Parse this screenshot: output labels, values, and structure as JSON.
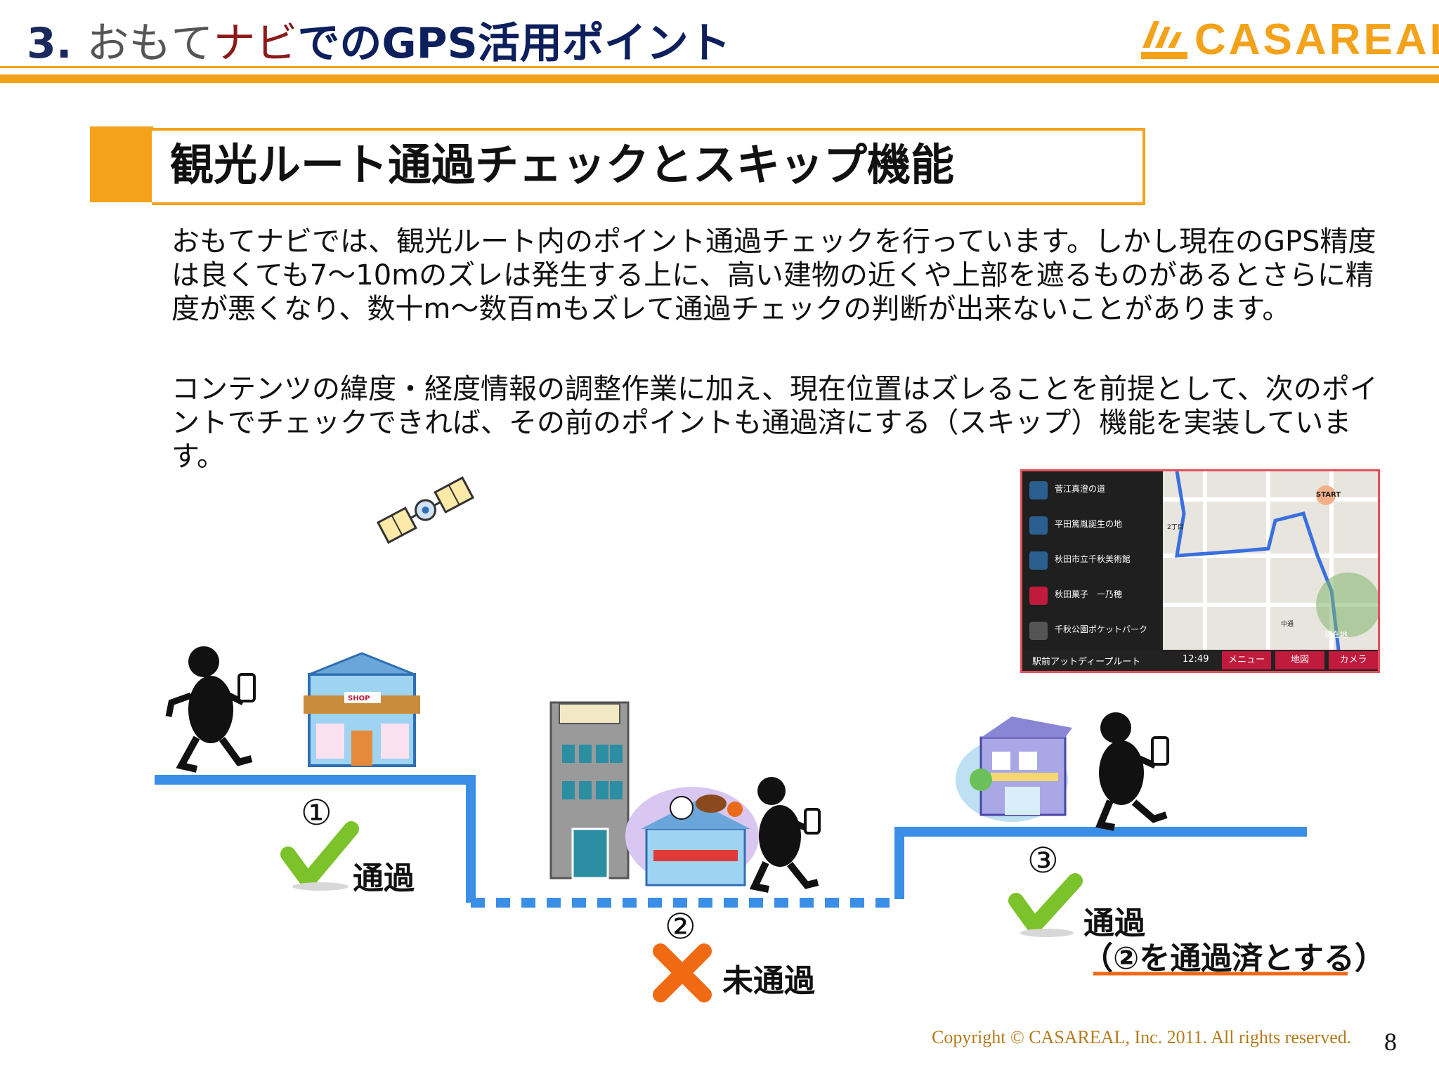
{
  "header": {
    "number": "3.",
    "title_part1": "おもて",
    "title_part2": "ナビ",
    "title_part3": "でのGPS活用ポイント",
    "logo_text": "CASAREAL",
    "logo_icon": "casareal-logo-icon"
  },
  "section": {
    "title": "観光ルート通過チェックとスキップ機能"
  },
  "body": {
    "paragraph1": "おもてナビでは、観光ルート内のポイント通過チェックを行っています。しかし現在のGPS精度は良くても7～10mのズレは発生する上に、高い建物の近くや上部を遮るものがあるとさらに精度が悪くなり、数十m～数百mもズレて通過チェックの判断が出来ないことがあります。",
    "paragraph2": "コンテンツの緯度・経度情報の調整作業に加え、現在位置はズレることを前提として、次のポイントでチェックできれば、その前のポイントも通過済にする（スキップ）機能を実装しています。"
  },
  "app_screenshot": {
    "list_items": [
      "菅江真澄の道",
      "平田篤胤誕生の地",
      "秋田市立千秋美術館",
      "秋田菓子　一乃穂",
      "千秋公園ポケットパーク"
    ],
    "route_name": "駅前アットディープルート",
    "time": "12:49",
    "buttons": [
      "メニュー",
      "地図",
      "カメラ"
    ],
    "map_start": "START",
    "map_current": "現在地",
    "map_block": "2丁目",
    "map_label": "中通"
  },
  "steps": [
    {
      "marker": "①",
      "status": "通過",
      "icon": "check-icon"
    },
    {
      "marker": "②",
      "status": "未通過",
      "icon": "cross-icon"
    },
    {
      "marker": "③",
      "status": "通過",
      "note": "（②を通過済とする）",
      "icon": "check-icon"
    }
  ],
  "colors": {
    "accent_orange": "#f4a21a",
    "route_blue": "#3a8ee6",
    "check_green": "#7cc22a",
    "cross_orange": "#f06a14"
  },
  "footer": {
    "copyright": "Copyright © CASAREAL, Inc. 2011. All rights reserved.",
    "page_number": "8"
  }
}
